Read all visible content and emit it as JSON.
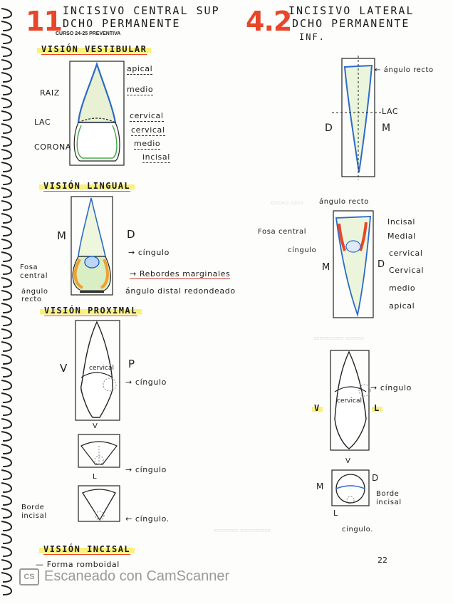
{
  "header": {
    "left_number": "11",
    "left_title_line1": "INCISIVO CENTRAL SUP",
    "left_title_line2": "DCHO PERMANENTE",
    "course": "CURSO 24-25 PREVENTIVA",
    "right_number": "4.2",
    "right_title_line1": "INCISIVO LATERAL",
    "right_title_line2": "DCHO PERMANENTE",
    "right_title_line3": "INF."
  },
  "sections": {
    "vestibular": "VISIÓN VESTIBULAR",
    "lingual": "VISIÓN LINGUAL",
    "proximal": "VISIÓN PROXIMAL",
    "incisal": "VISIÓN INCISAL"
  },
  "vestibular_labels": {
    "apical": "apical",
    "medio": "medio",
    "raiz": "RAIZ",
    "lac": "LAC",
    "corona": "CORONA",
    "cervical1": "cervical",
    "cervical2": "cervical",
    "medio2": "medio",
    "incisal": "incisal"
  },
  "lingual_labels": {
    "m": "M",
    "d": "D",
    "cingulo": "cíngulo",
    "fosa_central": "Fosa central",
    "rebordes": "Rebordes marginales",
    "angulo_recto": "ángulo recto",
    "angulo_distal": "ángulo distal redondeado"
  },
  "proximal_labels": {
    "v": "V",
    "p": "P",
    "cervical": "cervical",
    "cingulo": "cíngulo",
    "cingulo2": "cíngulo",
    "borde_incisal": "Borde incisal",
    "cingulo3": "cíngulo.",
    "l": "L",
    "v2": "V"
  },
  "incisal_labels": {
    "forma": "Forma romboidal"
  },
  "right_vestibular_labels": {
    "angulo_recto": "ángulo recto",
    "lac": "LAC",
    "d": "D",
    "m": "M"
  },
  "right_lingual_labels": {
    "angulo_recto": "ángulo recto",
    "incisal": "Incisal",
    "medial": "Medial",
    "cervical": "cervical",
    "cervical2": "Cervical",
    "medio": "medio",
    "apical": "apical",
    "fosa_central": "Fosa central",
    "cingulo": "cíngulo",
    "m": "M",
    "d": "D"
  },
  "right_proximal_labels": {
    "cingulo": "cíngulo",
    "cervical": "cervical",
    "v": "V",
    "l": "L",
    "v2": "V",
    "m": "M",
    "d": "D",
    "borde_incisal": "Borde incisal",
    "l2": "L",
    "cingulo2": "cíngulo."
  },
  "page_number": "22",
  "footer": {
    "logo": "CS",
    "text": "Escaneado con CamScanner"
  },
  "colors": {
    "accent_red": "#e8462a",
    "highlight_yellow": "#fbf07a",
    "tooth_blue": "#3a7fd5",
    "tooth_green": "#8fcf5a",
    "tooth_orange": "#f0a030"
  }
}
